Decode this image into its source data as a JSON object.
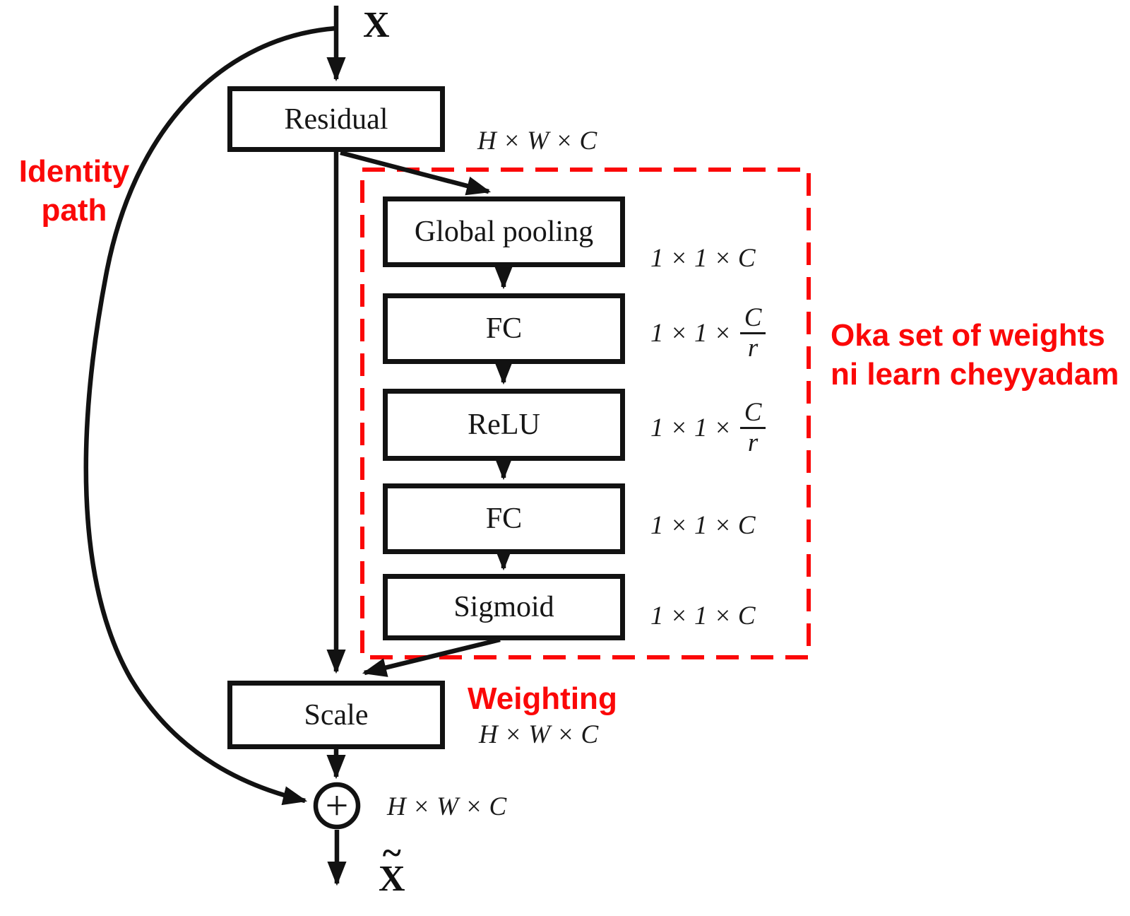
{
  "diagram": {
    "input_label": "X",
    "identity_note": {
      "line1": "Identity",
      "line2": "path"
    },
    "residual": {
      "label": "Residual",
      "dim": "H × W × C"
    },
    "blocks": {
      "global_pooling": {
        "label": "Global pooling",
        "dim": "1 × 1 × C"
      },
      "fc1": {
        "label": "FC",
        "dim_prefix": "1 × 1 ×",
        "dim_num": "C",
        "dim_den": "r"
      },
      "relu": {
        "label": "ReLU",
        "dim_prefix": "1 × 1 ×",
        "dim_num": "C",
        "dim_den": "r"
      },
      "fc2": {
        "label": "FC",
        "dim": "1 × 1 × C"
      },
      "sigmoid": {
        "label": "Sigmoid",
        "dim": "1 × 1 × C"
      }
    },
    "weights_note": {
      "line1": "Oka set of weights",
      "line2": "ni learn cheyyadam"
    },
    "scale": {
      "label": "Scale",
      "annotation": "Weighting",
      "dim": "H × W × C"
    },
    "sum": {
      "symbol": "+",
      "dim": "H × W × C"
    },
    "output": {
      "tilde": "~",
      "label": "X"
    },
    "colors": {
      "annotation_red": "#fb0808",
      "line_black": "#121212"
    }
  }
}
